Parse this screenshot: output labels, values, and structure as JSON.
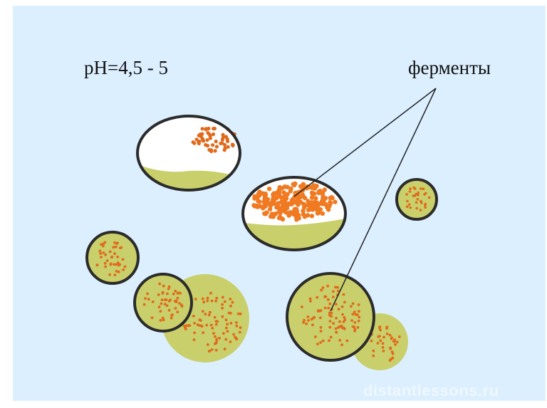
{
  "labels": {
    "ph": "pH=4,5 - 5",
    "enzymes": "ферменты",
    "watermark": "distantlessons.ru"
  },
  "colors": {
    "background": "#ffffff",
    "panel": "#dcefff",
    "vesicle_fill": "#c9cf6a",
    "vesicle_fill_dark": "#b7bf55",
    "membrane": "#2b2b2b",
    "enzyme_dot": "#e06a1c",
    "enzyme_dot_bright": "#f07a22"
  }
}
